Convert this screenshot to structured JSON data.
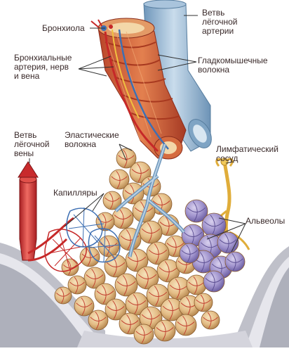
{
  "labels": {
    "bronchiole": [
      "Бронхиола"
    ],
    "pulmonary_artery_branch": [
      "Ветвь",
      "лёгочной",
      "артерии"
    ],
    "bronchial_vessels": [
      "Бронхиальные",
      "артерия, нерв",
      "и вена"
    ],
    "smooth_muscle": [
      "Гладкомышечные",
      "волокна"
    ],
    "pulmonary_vein_branch": [
      "Ветвь",
      "лёгочной",
      "вены"
    ],
    "elastic_fibers": [
      "Эластические",
      "волокна"
    ],
    "lymph_vessel": [
      "Лимфатический",
      "сосуд"
    ],
    "capillaries": [
      "Капилляры"
    ],
    "alveoli": [
      "Альвеолы"
    ]
  },
  "colors": {
    "artery_blue": "#8fb6d6",
    "vein_red": "#d8383a",
    "alveolus_tan": "#e6c38f",
    "capillary_red": "#c62828",
    "lymph_yellow": "#e8b84a",
    "alveolus_purple": "#9a8cc8",
    "pleura_gray": "#cfcfd6",
    "muscle_orange": "#d9683c"
  }
}
